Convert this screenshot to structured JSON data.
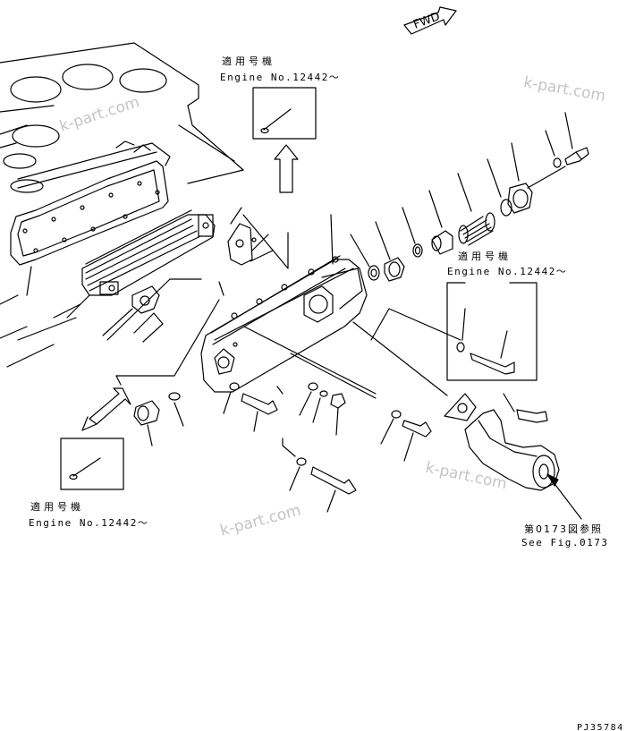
{
  "diagram": {
    "fwd_label": "FWD",
    "applicable_labels": [
      {
        "jp": "適用号機",
        "en": "Engine No.12442～"
      },
      {
        "jp": "適用号機",
        "en": "Engine No.12442～"
      },
      {
        "jp": "適用号機",
        "en": "Engine No.12442～"
      }
    ],
    "fig_ref": {
      "jp": "第0173図参照",
      "en": "See Fig.0173"
    },
    "drawing_id": "PJ35784",
    "watermarks": [
      "k-part.com",
      "k-part.com",
      "k-part.com",
      "k-part.com"
    ]
  }
}
